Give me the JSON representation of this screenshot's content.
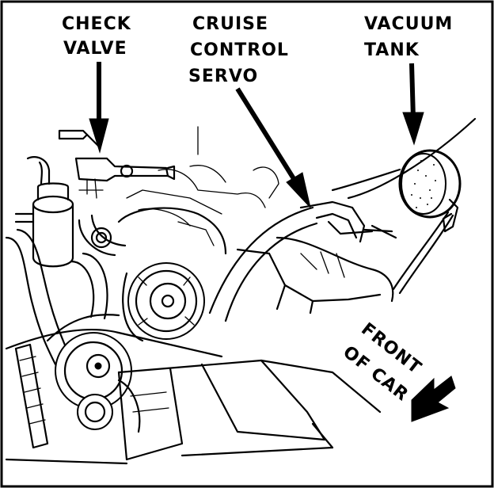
{
  "labels": {
    "check_valve": [
      "CHECK",
      "VALVE"
    ],
    "cruise_servo": [
      "CRUISE",
      "CONTROL",
      "SERVO"
    ],
    "vacuum_tank": [
      "VACUUM",
      "TANK"
    ],
    "front_of_car": [
      "FRONT",
      "OF CAR"
    ]
  }
}
